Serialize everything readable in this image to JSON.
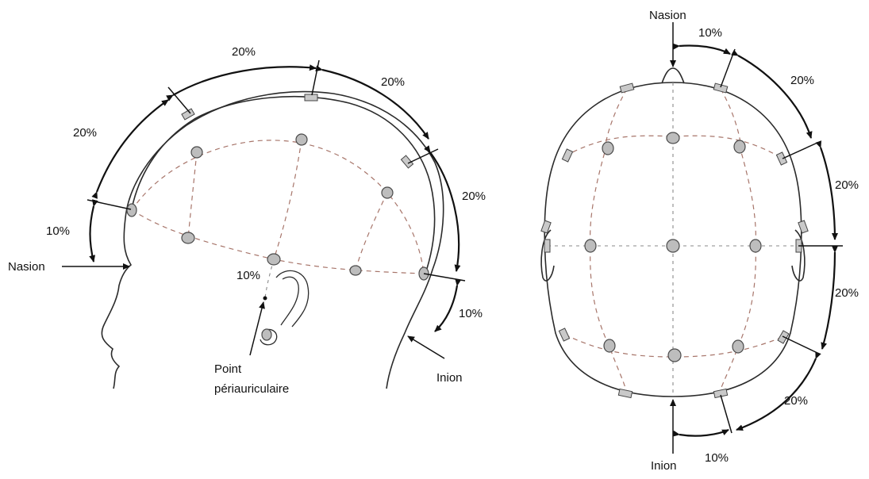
{
  "side_view": {
    "label_nasion": "Nasion",
    "label_inion": "Inion",
    "label_point_line1": "Point",
    "label_point_line2": "périauriculaire",
    "pct_top": "20%",
    "pct_upper_left": "20%",
    "pct_upper_right": "20%",
    "pct_right": "20%",
    "pct_front_low": "10%",
    "pct_back_low": "10%",
    "pct_ear": "10%"
  },
  "top_view": {
    "label_nasion": "Nasion",
    "label_inion": "Inion",
    "pct_top": "10%",
    "pct_r1": "20%",
    "pct_r2": "20%",
    "pct_r3": "20%",
    "pct_r4": "20%",
    "pct_bottom": "10%"
  },
  "colors": {
    "outline": "#2b2b2b",
    "dashed_lines": "#a7756a",
    "electrode_fill": "#bdbdbd"
  }
}
